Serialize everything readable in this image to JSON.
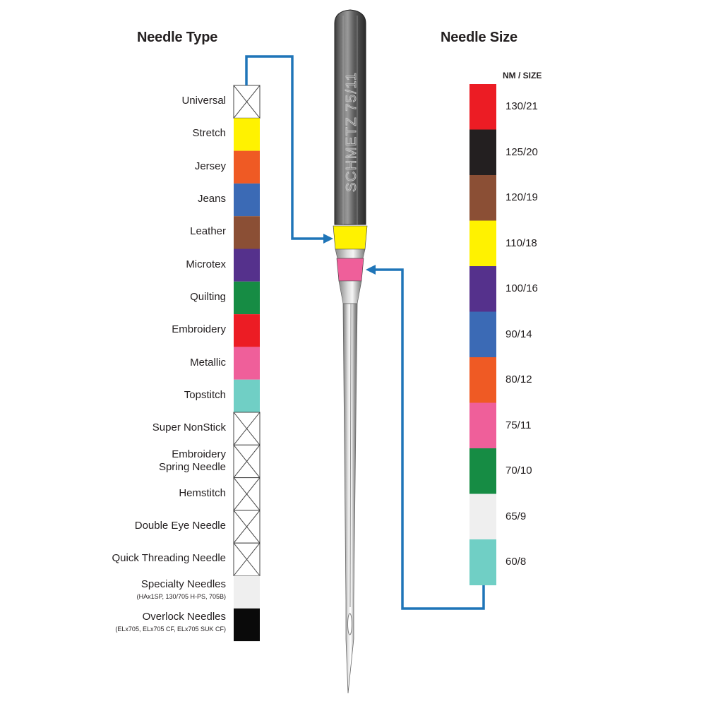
{
  "headings": {
    "needle_type": "Needle Type",
    "needle_size": "Needle Size",
    "nm_size": "NM / SIZE"
  },
  "needle_brand_text": "SCHMETZ 75/11",
  "needle_types": [
    {
      "label": "Universal",
      "color": "none",
      "crossed": true
    },
    {
      "label": "Stretch",
      "color": "#fff200"
    },
    {
      "label": "Jersey",
      "color": "#ef5a24"
    },
    {
      "label": "Jeans",
      "color": "#3b6ab5"
    },
    {
      "label": "Leather",
      "color": "#8b4f35"
    },
    {
      "label": "Microtex",
      "color": "#55318c"
    },
    {
      "label": "Quilting",
      "color": "#168c44"
    },
    {
      "label": "Embroidery",
      "color": "#ec1c24"
    },
    {
      "label": "Metallic",
      "color": "#ef5f9a"
    },
    {
      "label": "Topstitch",
      "color": "#70cfc5"
    },
    {
      "label": "Super NonStick",
      "color": "none",
      "crossed": true
    },
    {
      "label": "Embroidery",
      "label2": "Spring Needle",
      "color": "none",
      "crossed": true
    },
    {
      "label": "Hemstitch",
      "color": "none",
      "crossed": true
    },
    {
      "label": "Double Eye Needle",
      "color": "none",
      "crossed": true
    },
    {
      "label": "Quick Threading Needle",
      "color": "none",
      "crossed": true
    },
    {
      "label": "Specialty Needles",
      "sub": "(HAx1SP, 130/705 H-PS, 705B)",
      "color": "#efefef"
    },
    {
      "label": "Overlock Needles",
      "sub": "(ELx705, ELx705 CF, ELx705 SUK CF)",
      "color": "#0a0a0a"
    }
  ],
  "needle_sizes": [
    {
      "label": "130/21",
      "color": "#ec1c24"
    },
    {
      "label": "125/20",
      "color": "#231f20"
    },
    {
      "label": "120/19",
      "color": "#8b4f35"
    },
    {
      "label": "110/18",
      "color": "#fff200"
    },
    {
      "label": "100/16",
      "color": "#55318c"
    },
    {
      "label": "90/14",
      "color": "#3b6ab5"
    },
    {
      "label": "80/12",
      "color": "#ef5a24"
    },
    {
      "label": "75/11",
      "color": "#ef5f9a"
    },
    {
      "label": "70/10",
      "color": "#168c44"
    },
    {
      "label": "65/9",
      "color": "#efefef"
    },
    {
      "label": "60/8",
      "color": "#70cfc5"
    }
  ],
  "example_needle": {
    "type_band_color": "#fff200",
    "size_band_color": "#ef5f9a",
    "connector_color": "#1f75b8"
  }
}
